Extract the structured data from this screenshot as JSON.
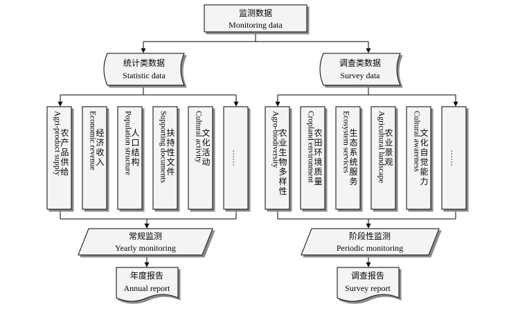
{
  "root": {
    "zh": "监测数据",
    "en": "Monitoring data"
  },
  "left": {
    "category": {
      "zh": "统计类数据",
      "en": "Statistic data"
    },
    "items": [
      {
        "en": "Agri-product supply",
        "zh": "农产品供给"
      },
      {
        "en": "Economic revenue",
        "zh": "经济收入"
      },
      {
        "en": "Population structure",
        "zh": "人口结构"
      },
      {
        "en": "Supporting documents",
        "zh": "扶持性文件"
      },
      {
        "en": "Cultural activity",
        "zh": "文化活动"
      },
      {
        "en": "……",
        "zh": ""
      }
    ],
    "process": {
      "zh": "常规监测",
      "en": "Yearly monitoring"
    },
    "output": {
      "zh": "年度报告",
      "en": "Annual report"
    }
  },
  "right": {
    "category": {
      "zh": "调查类数据",
      "en": "Survey data"
    },
    "items": [
      {
        "en": "Agro-biodiversity",
        "zh": "农业生物多样性"
      },
      {
        "en": "Cropland environment",
        "zh": "农田环境质量"
      },
      {
        "en": "Ecosystem services",
        "zh": "生态系统服务"
      },
      {
        "en": "Agricultural landscape",
        "zh": "农业景观"
      },
      {
        "en": "Cultural awareness",
        "zh": "文化自觉能力"
      },
      {
        "en": "……",
        "zh": ""
      }
    ],
    "process": {
      "zh": "阶段性监测",
      "en": "Periodic monitoring"
    },
    "output": {
      "zh": "调查报告",
      "en": "Survey report"
    }
  }
}
